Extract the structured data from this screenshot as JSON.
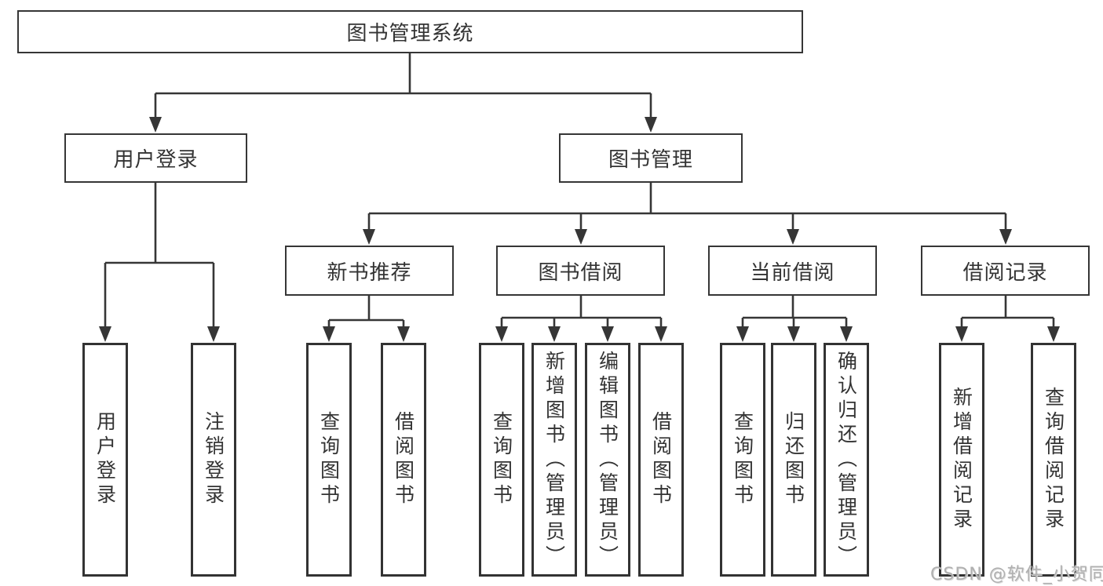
{
  "diagram": {
    "type": "tree",
    "tree": {
      "label": "图书管理系统",
      "children": [
        {
          "label": "用户登录",
          "children": [
            {
              "label": "用户登录"
            },
            {
              "label": "注销登录"
            }
          ]
        },
        {
          "label": "图书管理",
          "children": [
            {
              "label": "新书推荐",
              "children": [
                {
                  "label": "查询图书"
                },
                {
                  "label": "借阅图书"
                }
              ]
            },
            {
              "label": "图书借阅",
              "children": [
                {
                  "label": "查询图书"
                },
                {
                  "label": "新增图书（管理员）"
                },
                {
                  "label": "编辑图书（管理员）"
                },
                {
                  "label": "借阅图书"
                }
              ]
            },
            {
              "label": "当前借阅",
              "children": [
                {
                  "label": "查询图书"
                },
                {
                  "label": "归还图书"
                },
                {
                  "label": "确认归还（管理员）"
                }
              ]
            },
            {
              "label": "借阅记录",
              "children": [
                {
                  "label": "新增借阅记录"
                },
                {
                  "label": "查询借阅记录"
                }
              ]
            }
          ]
        }
      ]
    },
    "line_color": "#363636",
    "watermark": {
      "text": "CSDN @软件_小贺同学"
    }
  }
}
